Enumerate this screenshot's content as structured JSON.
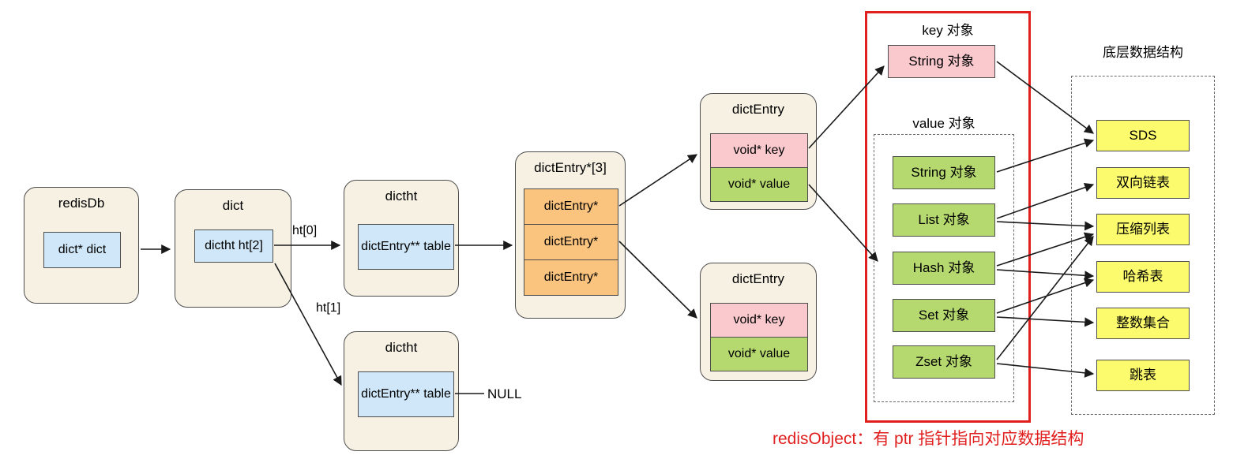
{
  "colors": {
    "cream": "#f6f1e3",
    "blue": "#cfe7f8",
    "orange": "#fac37e",
    "pink": "#f9c9ce",
    "green": "#b5d96e",
    "yellow": "#fbfb6d",
    "red": "#e01f1f"
  },
  "redisdb": {
    "title": "redisDb",
    "field": "dict* dict"
  },
  "dict": {
    "title": "dict",
    "field": "dictht ht[2]"
  },
  "labels": {
    "ht0": "ht[0]",
    "ht1": "ht[1]",
    "null_label": "NULL"
  },
  "dictht_top": {
    "title": "dictht",
    "field": "dictEntry** table"
  },
  "dictht_bottom": {
    "title": "dictht",
    "field": "dictEntry** table"
  },
  "entry_array": {
    "title": "dictEntry*[3]",
    "cells": [
      "dictEntry*",
      "dictEntry*",
      "dictEntry*"
    ]
  },
  "dictentry_top": {
    "title": "dictEntry",
    "key": "void* key",
    "value": "void* value"
  },
  "dictentry_bottom": {
    "title": "dictEntry",
    "key": "void* key",
    "value": "void* value"
  },
  "key_group": {
    "label": "key 对象",
    "object": "String 对象"
  },
  "value_group": {
    "label": "value 对象",
    "objects": [
      "String 对象",
      "List 对象",
      "Hash 对象",
      "Set 对象",
      "Zset 对象"
    ]
  },
  "underlying": {
    "label": "底层数据结构",
    "items": [
      "SDS",
      "双向链表",
      "压缩列表",
      "哈希表",
      "整数集合",
      "跳表"
    ]
  },
  "caption": "redisObject：有 ptr 指针指向对应数据结构"
}
